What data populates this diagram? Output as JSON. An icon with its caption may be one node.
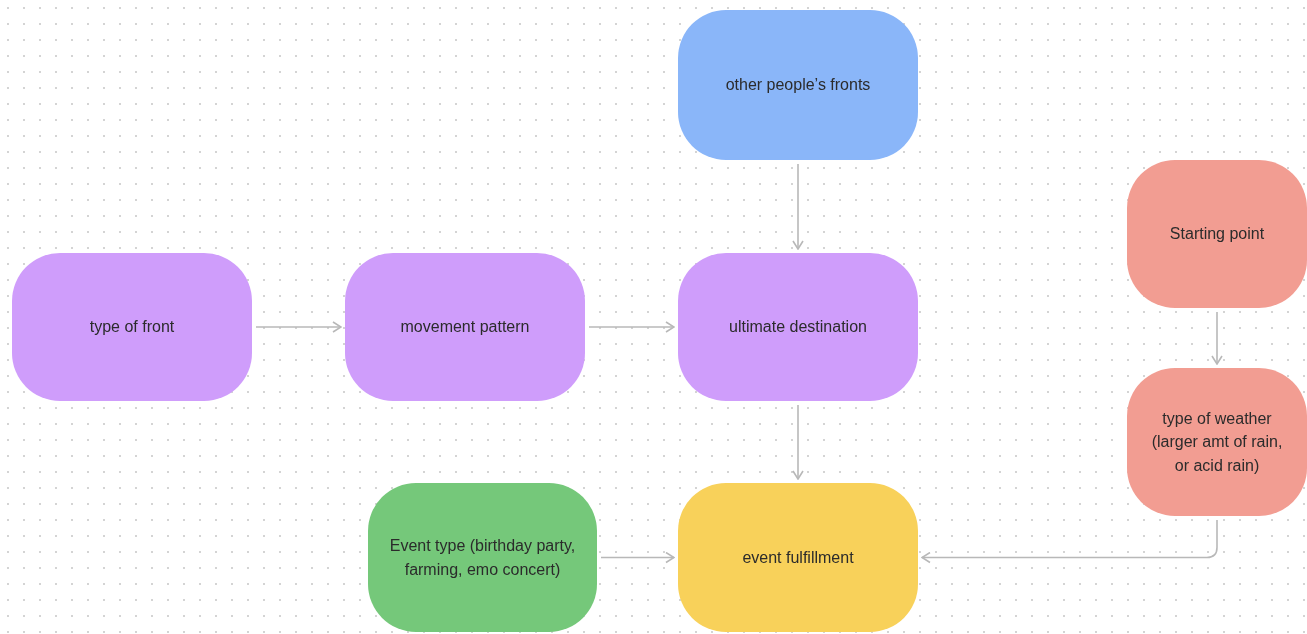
{
  "diagram": {
    "nodes": [
      {
        "text": [
          "other people’s fronts"
        ]
      },
      {
        "text": [
          "Starting point"
        ]
      },
      {
        "text": [
          "type of front"
        ]
      },
      {
        "text": [
          "movement pattern"
        ]
      },
      {
        "text": [
          "ultimate destination"
        ]
      },
      {
        "text": [
          "type of weather (larger amt of rain, or acid rain)"
        ]
      },
      {
        "text": [
          "Event type (birthday party, farming, emo concert)"
        ]
      },
      {
        "text": [
          "event fulfillment"
        ]
      }
    ],
    "edges": [
      {
        "from": 0,
        "to": 4,
        "arrow": "to"
      },
      {
        "from": 2,
        "to": 3,
        "arrow": "to"
      },
      {
        "from": 3,
        "to": 4,
        "arrow": "to"
      },
      {
        "from": 4,
        "to": 7,
        "arrow": "to"
      },
      {
        "from": 1,
        "to": 5,
        "arrow": "to"
      },
      {
        "from": 5,
        "to": 7,
        "arrow": "to"
      },
      {
        "from": 6,
        "to": 7,
        "arrow": "to"
      }
    ]
  }
}
